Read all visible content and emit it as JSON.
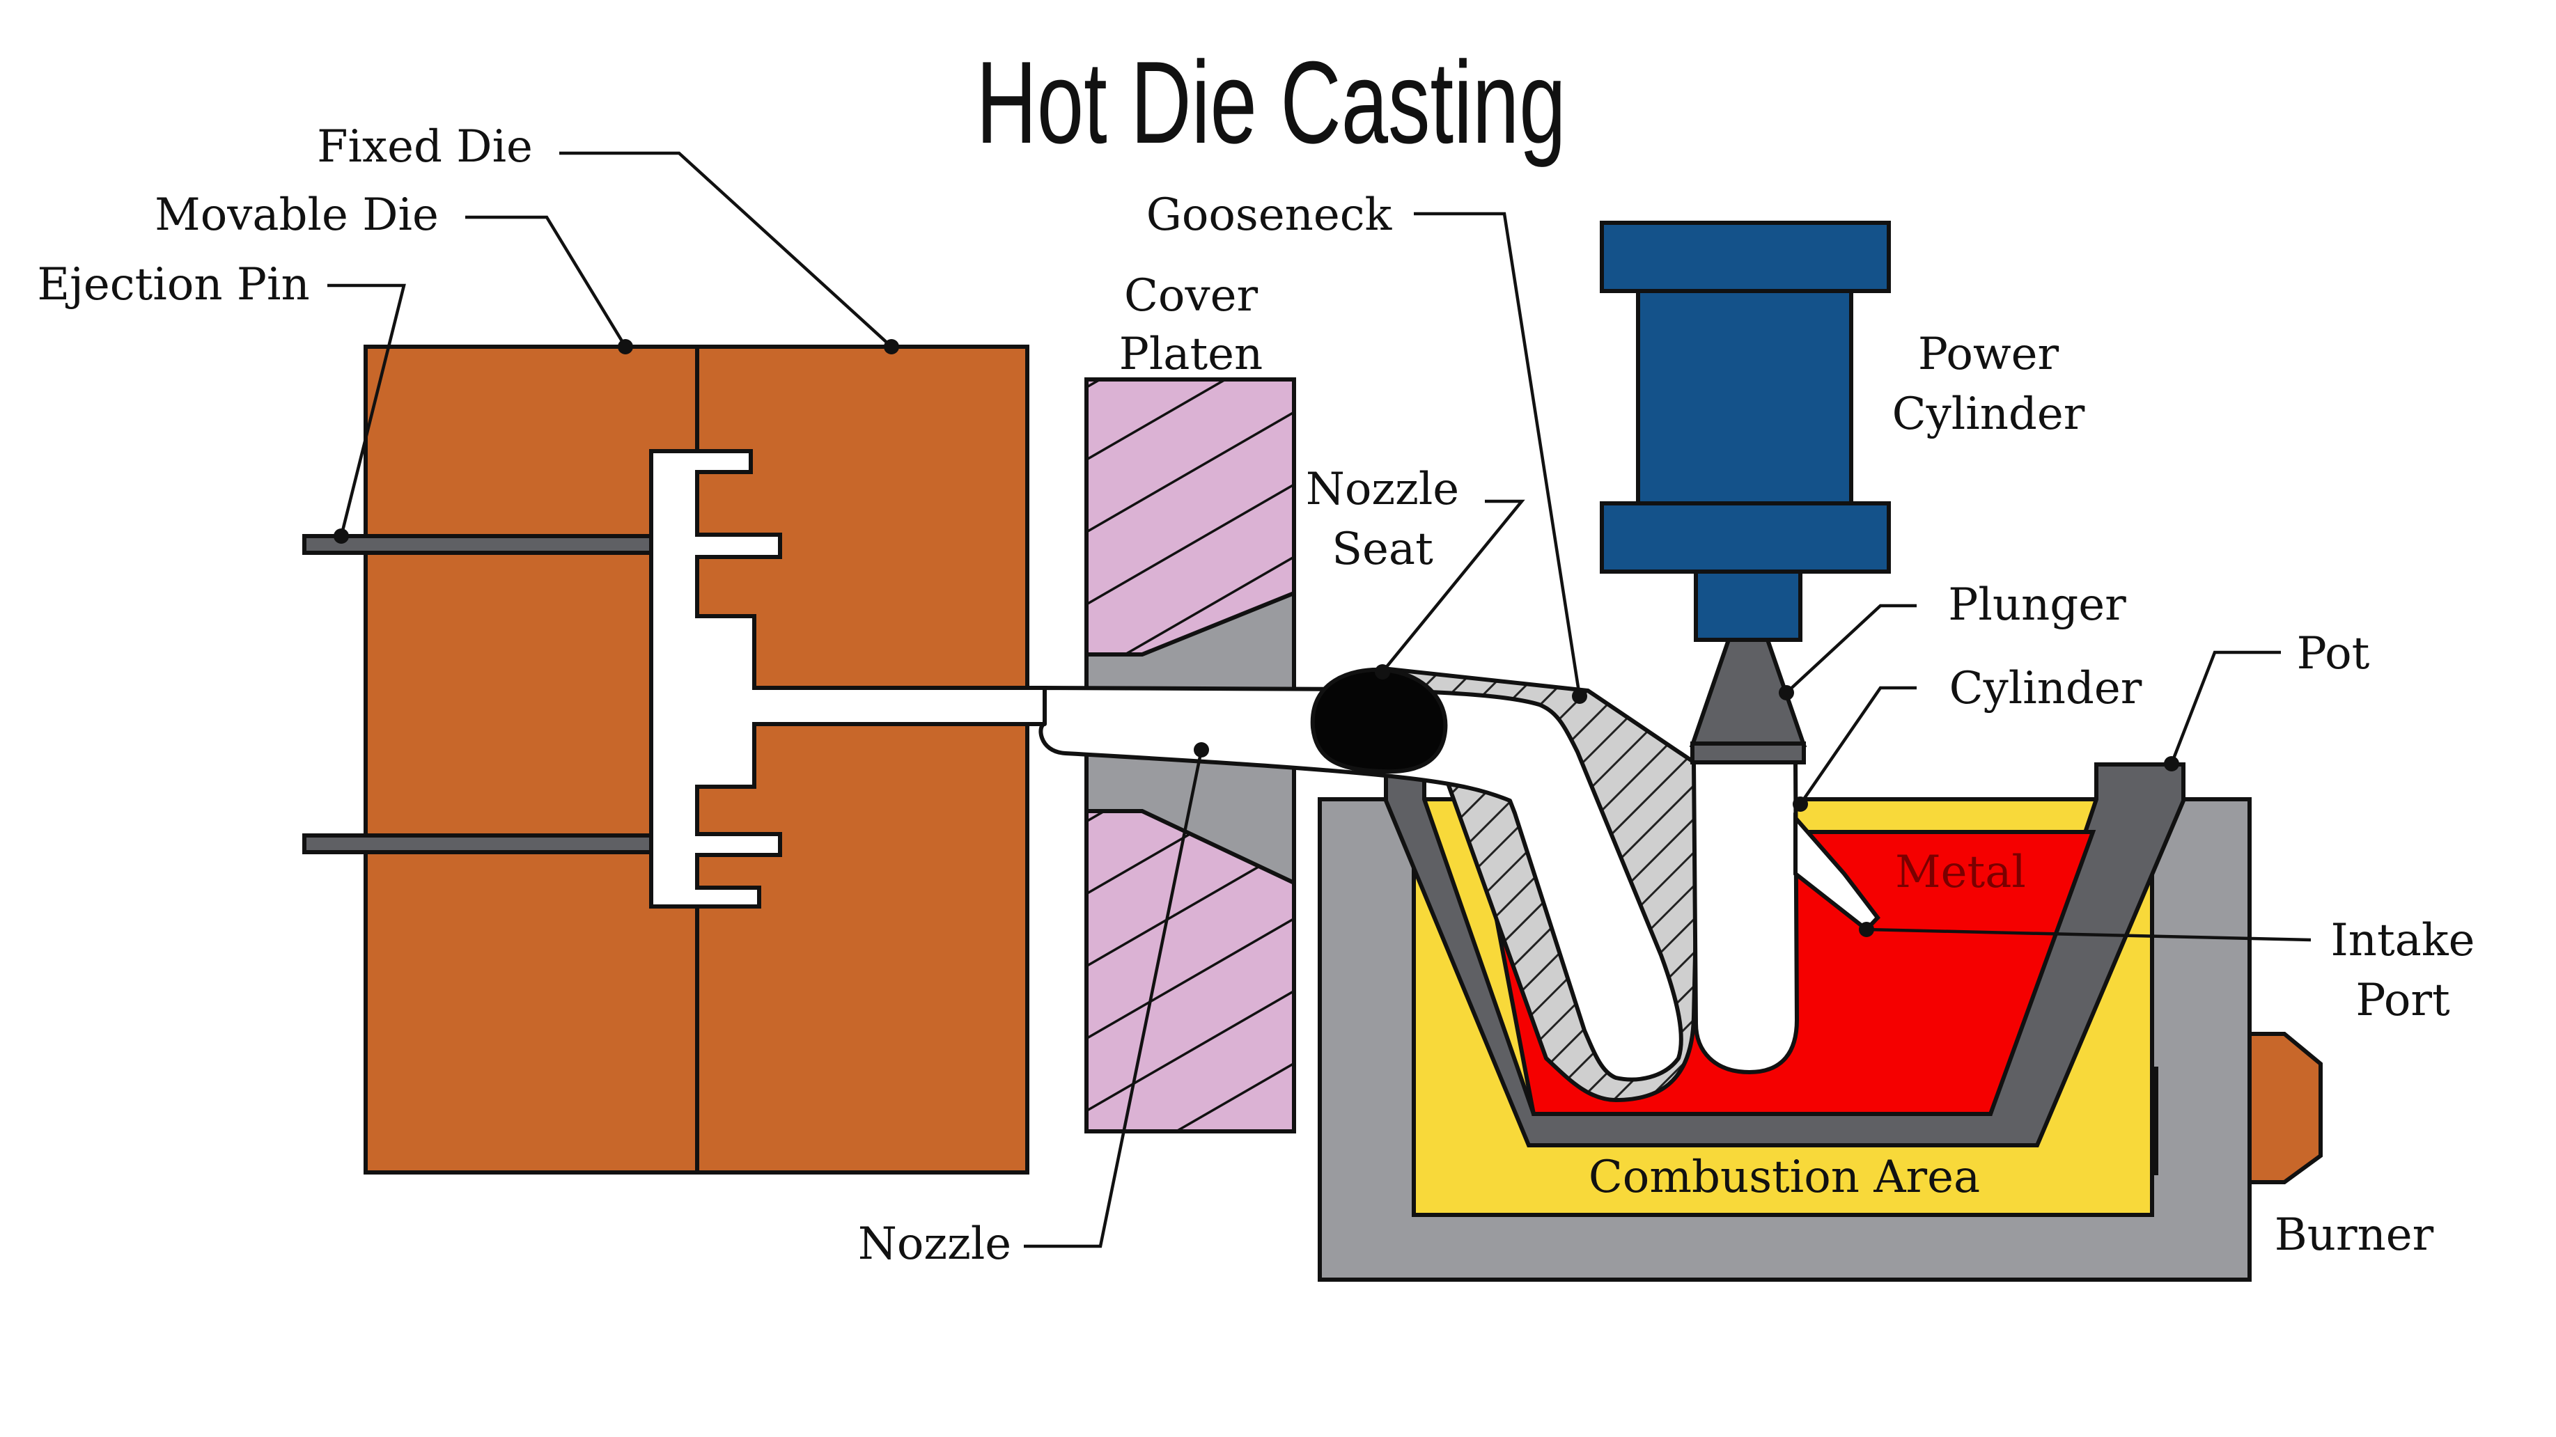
{
  "title": "Hot Die Casting",
  "labels": {
    "fixed_die": "Fixed Die",
    "movable_die": "Movable Die",
    "ejection_pin": "Ejection Pin",
    "cover_platen_1": "Cover",
    "cover_platen_2": "Platen",
    "gooseneck": "Gooseneck",
    "nozzle_seat_1": "Nozzle",
    "nozzle_seat_2": "Seat",
    "power_cylinder_1": "Power",
    "power_cylinder_2": "Cylinder",
    "plunger": "Plunger",
    "cylinder": "Cylinder",
    "pot": "Pot",
    "metal": "Metal",
    "intake_port_1": "Intake",
    "intake_port_2": "Port",
    "combustion_area": "Combustion Area",
    "burner": "Burner",
    "nozzle": "Nozzle"
  },
  "colors": {
    "die": "#c8672a",
    "cover_platen": "#dbb2d4",
    "power_cylinder": "#14528a",
    "plunger": "#5f6064",
    "furnace": "#9a9b9f",
    "pot": "#5f6064",
    "combustion_area": "#f8d93a",
    "metal": "#f50000",
    "gooseneck": "#cfcfcf",
    "nozzle_seat": "#050505",
    "burner": "#c8672a"
  }
}
